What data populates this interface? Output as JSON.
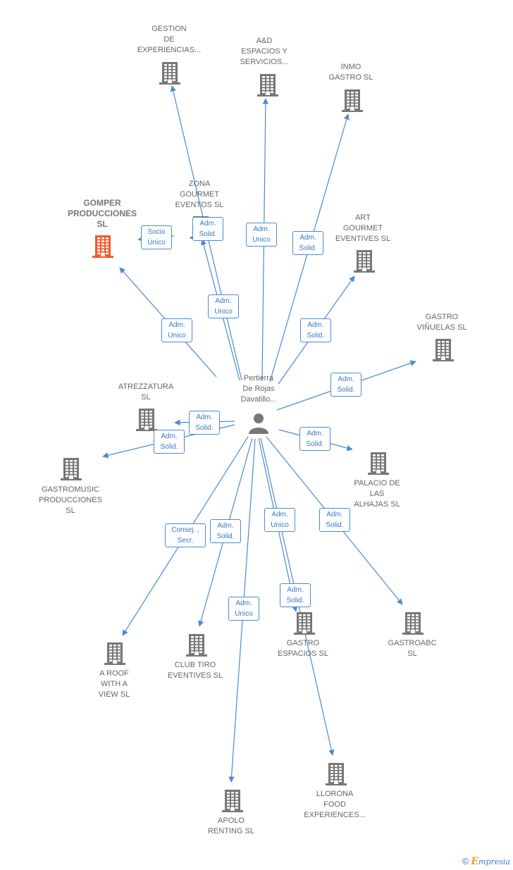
{
  "center": {
    "name": "Pertierra\nDe Rojas\nDavalillo..."
  },
  "companies": [
    {
      "id": "gestion",
      "name": "GESTION\nDE\nEXPERIENCIAS...",
      "highlight": false
    },
    {
      "id": "ad",
      "name": "A&D\nESPACIOS Y\nSERVICIOS...",
      "highlight": false
    },
    {
      "id": "inmo",
      "name": "INMO\nGASTRO SL",
      "highlight": false
    },
    {
      "id": "zona",
      "name": "ZONA\nGOURMET\nEVENTOS SL",
      "highlight": false
    },
    {
      "id": "gomper",
      "name": "GOMPER\nPRODUCCIONES\nSL",
      "highlight": true
    },
    {
      "id": "art",
      "name": "ART\nGOURMET\nEVENTIVES SL",
      "highlight": false
    },
    {
      "id": "vinuelas",
      "name": "GASTRO\nVIÑUELAS SL",
      "highlight": false
    },
    {
      "id": "atrezz",
      "name": "ATREZZATURA\nSL",
      "highlight": false
    },
    {
      "id": "gastromusic",
      "name": "GASTROMUSIC\nPRODUCCIONES\nSL",
      "highlight": false
    },
    {
      "id": "palacio",
      "name": "PALACIO DE\nLAS\nALHAJAS SL",
      "highlight": false
    },
    {
      "id": "aroof",
      "name": "A ROOF\nWITH A\nVIEW SL",
      "highlight": false
    },
    {
      "id": "clubtiro",
      "name": "CLUB TIRO\nEVENTIVES SL",
      "highlight": false
    },
    {
      "id": "gastroesp",
      "name": "GASTRO\nESPACIOS SL",
      "highlight": false
    },
    {
      "id": "gastroabc",
      "name": "GASTROABC\nSL",
      "highlight": false
    },
    {
      "id": "llorona",
      "name": "LLORONA\nFOOD\nEXPERIENCES...",
      "highlight": false
    },
    {
      "id": "apolo",
      "name": "APOLO\nRENTING SL",
      "highlight": false
    }
  ],
  "relations": [
    {
      "to": "gestion",
      "label": "Adm.\nSolid."
    },
    {
      "to": "ad",
      "label": "Adm.\nUnico"
    },
    {
      "to": "inmo",
      "label": "Adm.\nSolid."
    },
    {
      "to": "zona",
      "label": "Adm.\nUnico"
    },
    {
      "to": "gomper",
      "label": "Adm.\nUnico"
    },
    {
      "to": "gomper",
      "label": "Socio\nÚnico"
    },
    {
      "to": "art",
      "label": "Adm.\nSolid."
    },
    {
      "to": "vinuelas",
      "label": "Adm.\nSolid."
    },
    {
      "to": "atrezz",
      "label": "Adm.\nSolid."
    },
    {
      "to": "gastromusic",
      "label": "Adm.\nSolid."
    },
    {
      "to": "palacio",
      "label": "Adm.\nSolid."
    },
    {
      "to": "aroof",
      "label": "Consej. ,\nSecr."
    },
    {
      "to": "clubtiro",
      "label": "Adm.\nSolid."
    },
    {
      "to": "gastroesp",
      "label": "Adm.\nUnico"
    },
    {
      "to": "llorona",
      "label": "Adm.\nSolid."
    },
    {
      "to": "gastroabc",
      "label": "Adm.\nSolid."
    },
    {
      "to": "apolo",
      "label": "Adm.\nUnico"
    }
  ],
  "colors": {
    "edge": "#4a8ad4",
    "building": "#777777",
    "highlight": "#f05a28"
  },
  "footer": {
    "copyright": "©",
    "brand_initial": "E",
    "brand_rest": "mpresia"
  }
}
